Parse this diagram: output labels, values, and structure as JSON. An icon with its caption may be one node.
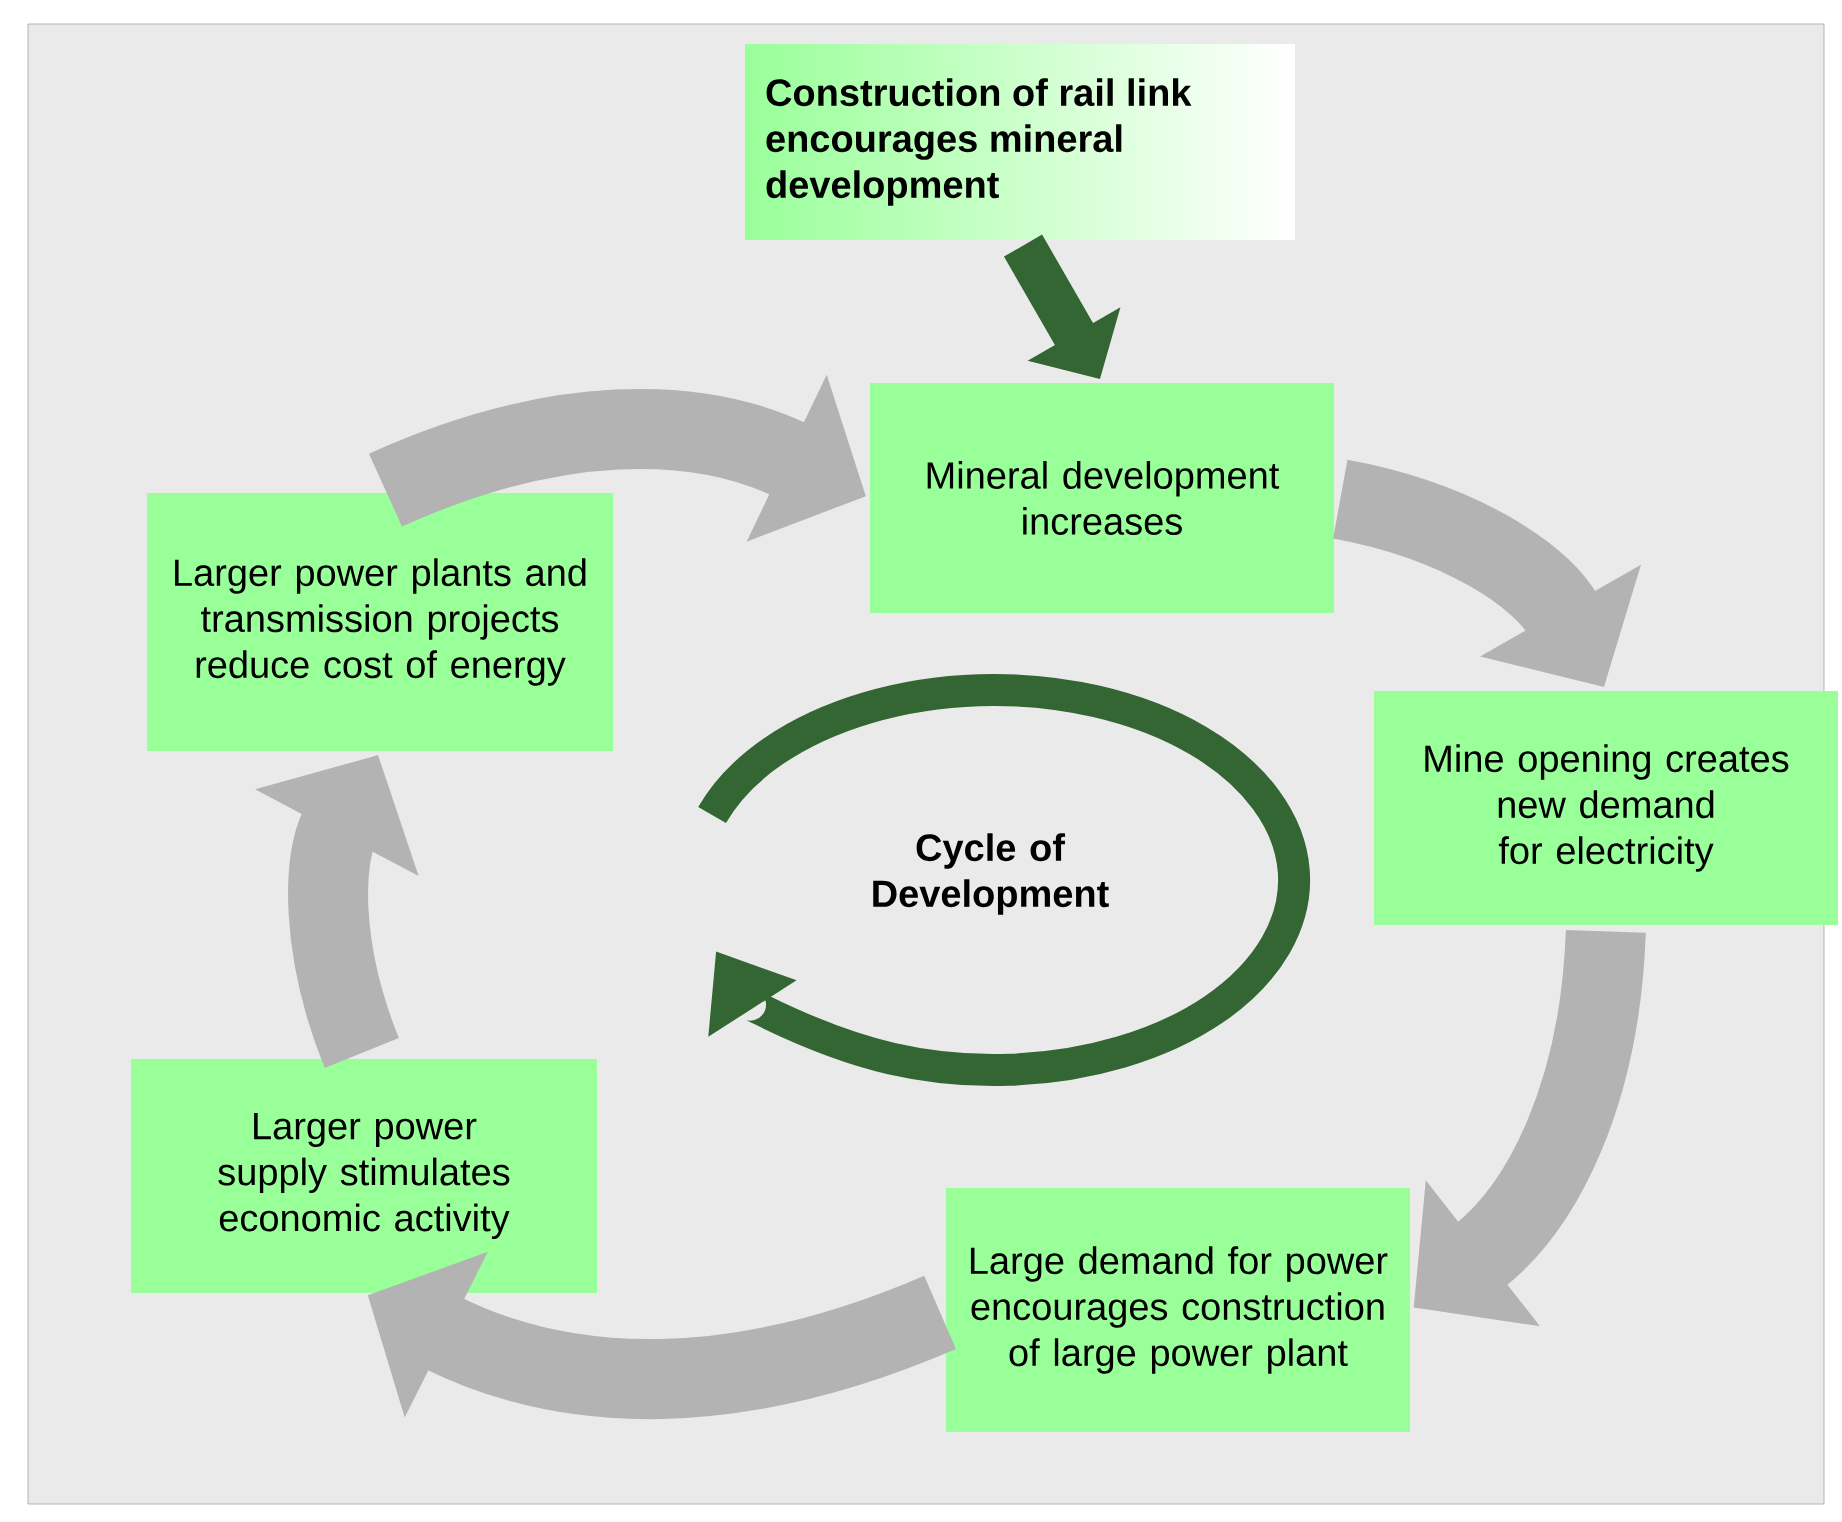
{
  "diagram": {
    "nodes": [
      {
        "text": [
          "Construction of rail link encourages mineral development"
        ]
      },
      {
        "text": [
          "Mineral development increases"
        ]
      },
      {
        "text": [
          "Mine opening creates new demand for electricity"
        ]
      },
      {
        "text": [
          "Large demand for power encourages construction of large power plant"
        ]
      },
      {
        "text": [
          "Larger power supply stimulates economic activity"
        ]
      },
      {
        "text": [
          "Larger power plants and transmission projects reduce cost of energy"
        ]
      }
    ],
    "edges": [
      {
        "from": 0,
        "to": 1,
        "arrow": "to",
        "color": "#336633"
      },
      {
        "from": 1,
        "to": 2,
        "arrow": "to"
      },
      {
        "from": 2,
        "to": 3,
        "arrow": "to"
      },
      {
        "from": 3,
        "to": 4,
        "arrow": "to"
      },
      {
        "from": 4,
        "to": 5,
        "arrow": "to"
      },
      {
        "from": 5,
        "to": 1,
        "arrow": "to"
      }
    ],
    "labels": [
      "Cycle of Development"
    ]
  }
}
